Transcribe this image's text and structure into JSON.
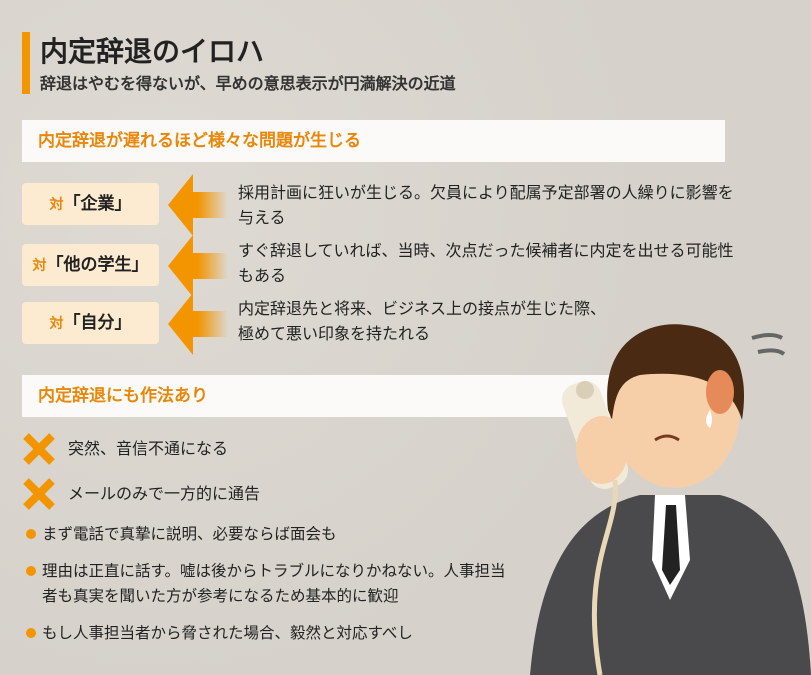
{
  "header": {
    "title": "内定辞退のイロハ",
    "subtitle": "辞退はやむを得ないが、早めの意思表示が円満解決の近道"
  },
  "section1": {
    "heading": "内定辞退が遅れるほど様々な問題が生じる",
    "items": [
      {
        "prefix": "対",
        "target": "「企業」",
        "text": "採用計画に狂いが生じる。欠員により配属予定部署の人繰りに影響を与える"
      },
      {
        "prefix": "対",
        "target": "「他の学生」",
        "text": "すぐ辞退していれば、当時、次点だった候補者に内定を出せる可能性もある"
      },
      {
        "prefix": "対",
        "target": "「自分」",
        "text": "内定辞退先と将来、ビジネス上の接点が生じた際、極めて悪い印象を持たれる"
      }
    ]
  },
  "section2": {
    "heading": "内定辞退にも作法あり",
    "ng": [
      "突然、音信不通になる",
      "メールのみで一方的に通告"
    ],
    "ok": [
      "まず電話で真摯に説明、必要ならば面会も",
      "理由は正直に話す。嘘は後からトラブルになりかねない。人事担当者も真実を聞いた方が参考になるため基本的に歓迎",
      "もし人事担当者から脅された場合、毅然と対応すべし"
    ]
  },
  "colors": {
    "accent": "#f29500",
    "background": "#d8d4cd"
  }
}
